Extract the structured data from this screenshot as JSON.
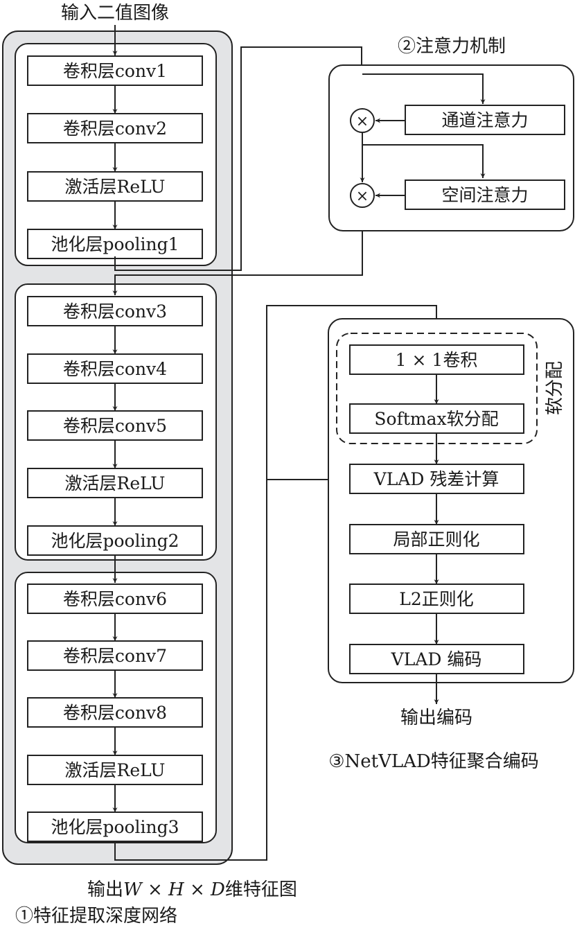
{
  "colors": {
    "stroke": "#222222",
    "panel_fill": "#e3e4e6",
    "box_fill": "#ffffff"
  },
  "input_label": "输入二值图像",
  "feature_network": {
    "title": "①特征提取深度网络",
    "output_label_prefix": "输出",
    "output_label_dims": "W × H × D",
    "output_label_suffix": "维特征图",
    "blocks": [
      {
        "layers": [
          "卷积层conv1",
          "卷积层conv2",
          "激活层ReLU",
          "池化层pooling1"
        ]
      },
      {
        "layers": [
          "卷积层conv3",
          "卷积层conv4",
          "卷积层conv5",
          "激活层ReLU",
          "池化层pooling2"
        ]
      },
      {
        "layers": [
          "卷积层conv6",
          "卷积层conv7",
          "卷积层conv8",
          "激活层ReLU",
          "池化层pooling3"
        ]
      }
    ]
  },
  "attention": {
    "title": "②注意力机制",
    "multiply_symbol": "×",
    "channel": "通道注意力",
    "spatial": "空间注意力"
  },
  "netvlad": {
    "title": "③NetVLAD特征聚合编码",
    "soft_assign_group_label": "软分配",
    "steps": [
      "1 × 1卷积",
      "Softmax软分配",
      "VLAD 残差计算",
      "局部正则化",
      "L2正则化",
      "VLAD 编码"
    ],
    "output_label": "输出编码"
  }
}
